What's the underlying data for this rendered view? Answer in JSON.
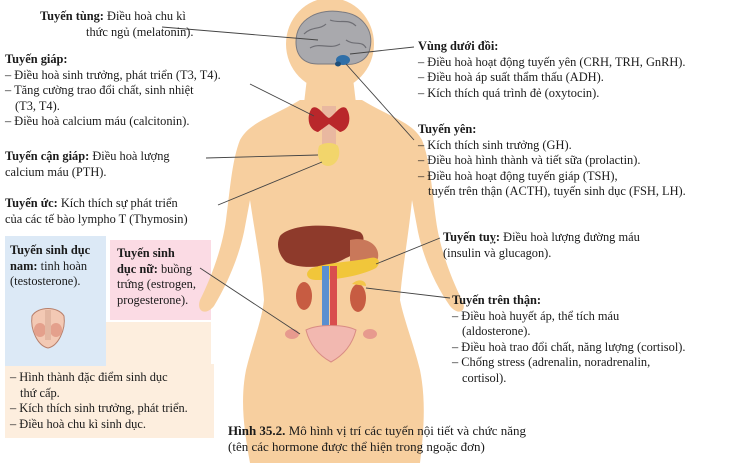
{
  "labels": {
    "tung": {
      "title": "Tuyến tùng:",
      "rest": " Điều hoà chu kì",
      "line2": "thức ngủ (melatonin)."
    },
    "giap": {
      "title": "Tuyến giáp:",
      "items": [
        "– Điều hoà sinh trưởng, phát triển (T3, T4).",
        "– Tăng cường trao đổi chất, sinh nhiệt",
        "(T3, T4).",
        "– Điều hoà calcium máu (calcitonin)."
      ]
    },
    "can_giap": {
      "title": "Tuyến cận giáp:",
      "rest": " Điều hoà lượng",
      "line2": "calcium máu (PTH)."
    },
    "uc": {
      "title": "Tuyến ức:",
      "rest": " Kích thích sự phát triển",
      "line2": "của các tế bào lympho T (Thymosin)"
    },
    "sinh_duc_nam": {
      "title1": "Tuyến sinh dục",
      "title2": "nam:",
      "rest2": " tinh hoàn",
      "line3": "(testosterone)."
    },
    "sinh_duc_nu": {
      "title1": "Tuyến sinh",
      "title2": "dục nữ:",
      "rest2": " buồng",
      "line3": "trứng (estrogen,",
      "line4": "progesterone)."
    },
    "sinh_duc_chung": {
      "items": [
        "– Hình thành đặc điểm sinh dục",
        "thứ cấp.",
        "– Kích thích sinh trưởng, phát triển.",
        "– Điều hoà chu kì sinh dục."
      ]
    },
    "duoi_doi": {
      "title": "Vùng dưới đồi:",
      "items": [
        "– Điều hoà hoạt động tuyến yên (CRH, TRH, GnRH).",
        "– Điều hoà áp suất thẩm thấu (ADH).",
        "– Kích thích quá trình đẻ (oxytocin)."
      ]
    },
    "yen": {
      "title": "Tuyến yên:",
      "items": [
        "– Kích thích sinh trưởng (GH).",
        "– Điều hoà hình thành và tiết sữa (prolactin).",
        "– Điều hoà hoạt động tuyến giáp (TSH),",
        "tuyến trên thận (ACTH), tuyến sinh dục (FSH, LH)."
      ]
    },
    "tuy": {
      "title": "Tuyến tuỵ:",
      "rest": " Điều hoà lượng đường máu",
      "line2": "(insulin và glucagon)."
    },
    "tren_than": {
      "title": "Tuyến trên thận:",
      "items": [
        "– Điều hoà huyết áp, thể tích máu",
        "(aldosterone).",
        "– Điều hoà trao đổi chất, năng lượng (cortisol).",
        "– Chống stress (adrenalin, noradrenalin,",
        "cortisol)."
      ]
    }
  },
  "caption": {
    "title": "Hình 35.2.",
    "text": " Mô hình vị trí các tuyến nội tiết và chức năng",
    "line2": "(tên các hormone được thể hiện trong ngoặc đơn)"
  },
  "colors": {
    "body": "#f7cf9f",
    "male_box": "#dce9f6",
    "female_box": "#fbdbe4",
    "common_box": "#fdeede",
    "thyroid": "#b9272b",
    "parathyroid": "#f2d56b",
    "pancreas": "#f1c63a",
    "liver": "#8e3a2b",
    "brain": "#a9a9ad"
  }
}
